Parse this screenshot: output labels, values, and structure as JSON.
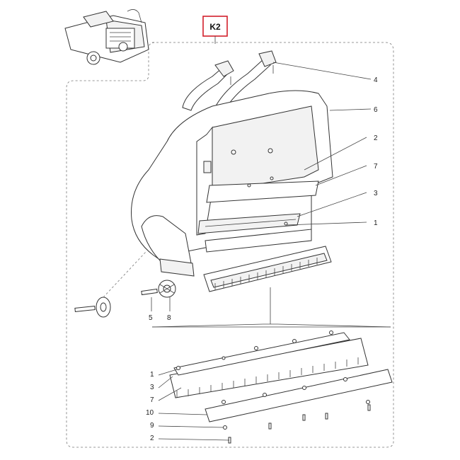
{
  "callout": {
    "code": "K2",
    "color": "#d21f2b"
  },
  "labels": {
    "l4": "4",
    "l6": "6",
    "l2a": "2",
    "l7a": "7",
    "l3a": "3",
    "l1a": "1",
    "l5": "5",
    "l8": "8",
    "l1b": "1",
    "l3b": "3",
    "l7b": "7",
    "l10": "10",
    "l9": "9",
    "l2b": "2"
  }
}
